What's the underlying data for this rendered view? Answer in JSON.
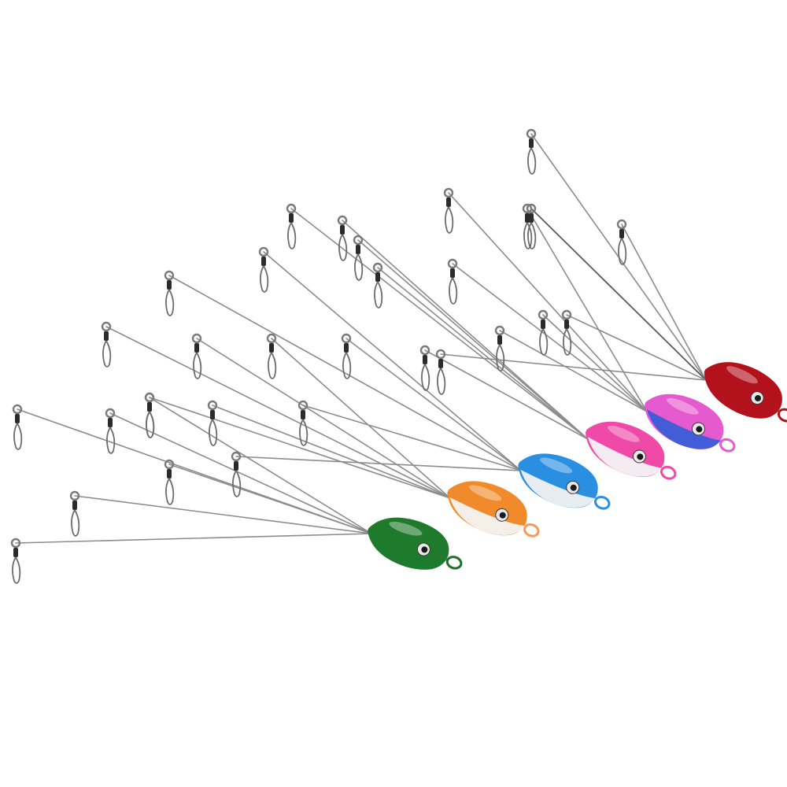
{
  "subject": "alabama-rig-umbrella-lures",
  "rigs": [
    {
      "color_name": "green",
      "body": "#1f7a2c",
      "belly": "#1f7a2c",
      "loop": "#1f6e2a"
    },
    {
      "color_name": "orange",
      "body": "#f08a2a",
      "belly": "#f4f4f4",
      "loop": "#f59a5a"
    },
    {
      "color_name": "blue",
      "body": "#2a8fe0",
      "belly": "#f2f2f2",
      "loop": "#2a8fe0"
    },
    {
      "color_name": "pink",
      "body": "#f04aa8",
      "belly": "#f4f4f4",
      "loop": "#f04aa8"
    },
    {
      "color_name": "violet",
      "body": "#e65ad0",
      "belly": "#3a5ed8",
      "loop": "#e65ad0"
    },
    {
      "color_name": "red",
      "body": "#b3121c",
      "belly": "#b3121c",
      "loop": "#b3121c"
    }
  ],
  "colors": {
    "background": "#ffffff",
    "wire": "#8c8c8c",
    "swivel": "#2b2b2b"
  }
}
